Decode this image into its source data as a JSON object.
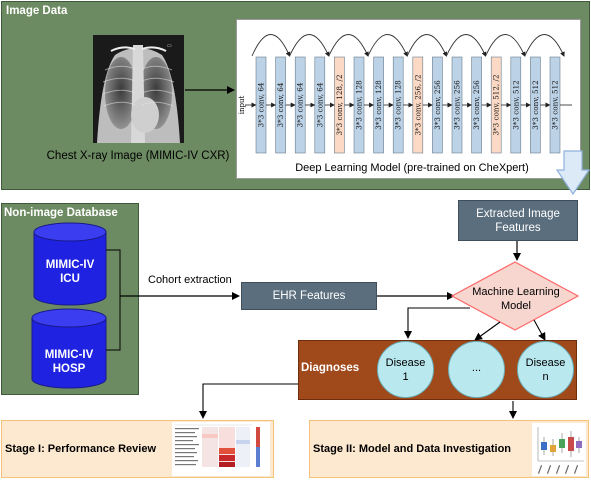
{
  "image_panel": {
    "title": "Image Data",
    "xray_caption": "Chest X-ray Image (MIMIC-IV CXR)",
    "model_caption": "Deep Learning Model (pre-trained on CheXpert)",
    "cnn_input_label": "input",
    "cnn_layers": [
      "3*3 conv, 64",
      "3*3 conv, 64",
      "3*3 conv, 64",
      "3*3 conv, 64",
      "3*3 conv, 128, /2",
      "3*3 conv, 128",
      "3*3 conv, 128",
      "3*3 conv, 128",
      "3*3 conv, 256, /2",
      "3*3 conv, 256",
      "3*3 conv, 256",
      "3*3 conv, 256",
      "3*3 conv, 512, /2",
      "3*3 conv, 512",
      "3*3 conv, 512",
      "3*3 conv, 512"
    ]
  },
  "db_panel": {
    "title": "Non-image Database",
    "icu_line1": "MIMIC-IV",
    "icu_line2": "ICU",
    "hosp_line1": "MIMIC-IV",
    "hosp_line2": "HOSP"
  },
  "cohort_label": "Cohort extraction",
  "ehr_features": "EHR Features",
  "extracted_line1": "Extracted Image",
  "extracted_line2": "Features",
  "ml_line1": "Machine Learning",
  "ml_line2": "Model",
  "diagnoses": {
    "title": "Diagnoses",
    "disease1_line1": "Disease",
    "disease1_line2": "1",
    "ellipsis": "...",
    "diseasen_line1": "Disease",
    "diseasen_line2": "n"
  },
  "stage1": "Stage I: Performance Review",
  "stage2": "Stage II: Model and Data Investigation",
  "colors": {
    "panel_green": "#6d8b62",
    "box_slate": "#5a6e7e",
    "diagnoses_brown": "#a0491b",
    "disease_circle": "#b9e9ef",
    "diamond_fill": "#f7d6cf",
    "diamond_stroke": "#ff6666",
    "stage_fill": "#fde9cf",
    "stage_stroke": "#f5c27a",
    "cnn_blue": "#bcd2e6",
    "cnn_peach": "#fbd9c4"
  }
}
